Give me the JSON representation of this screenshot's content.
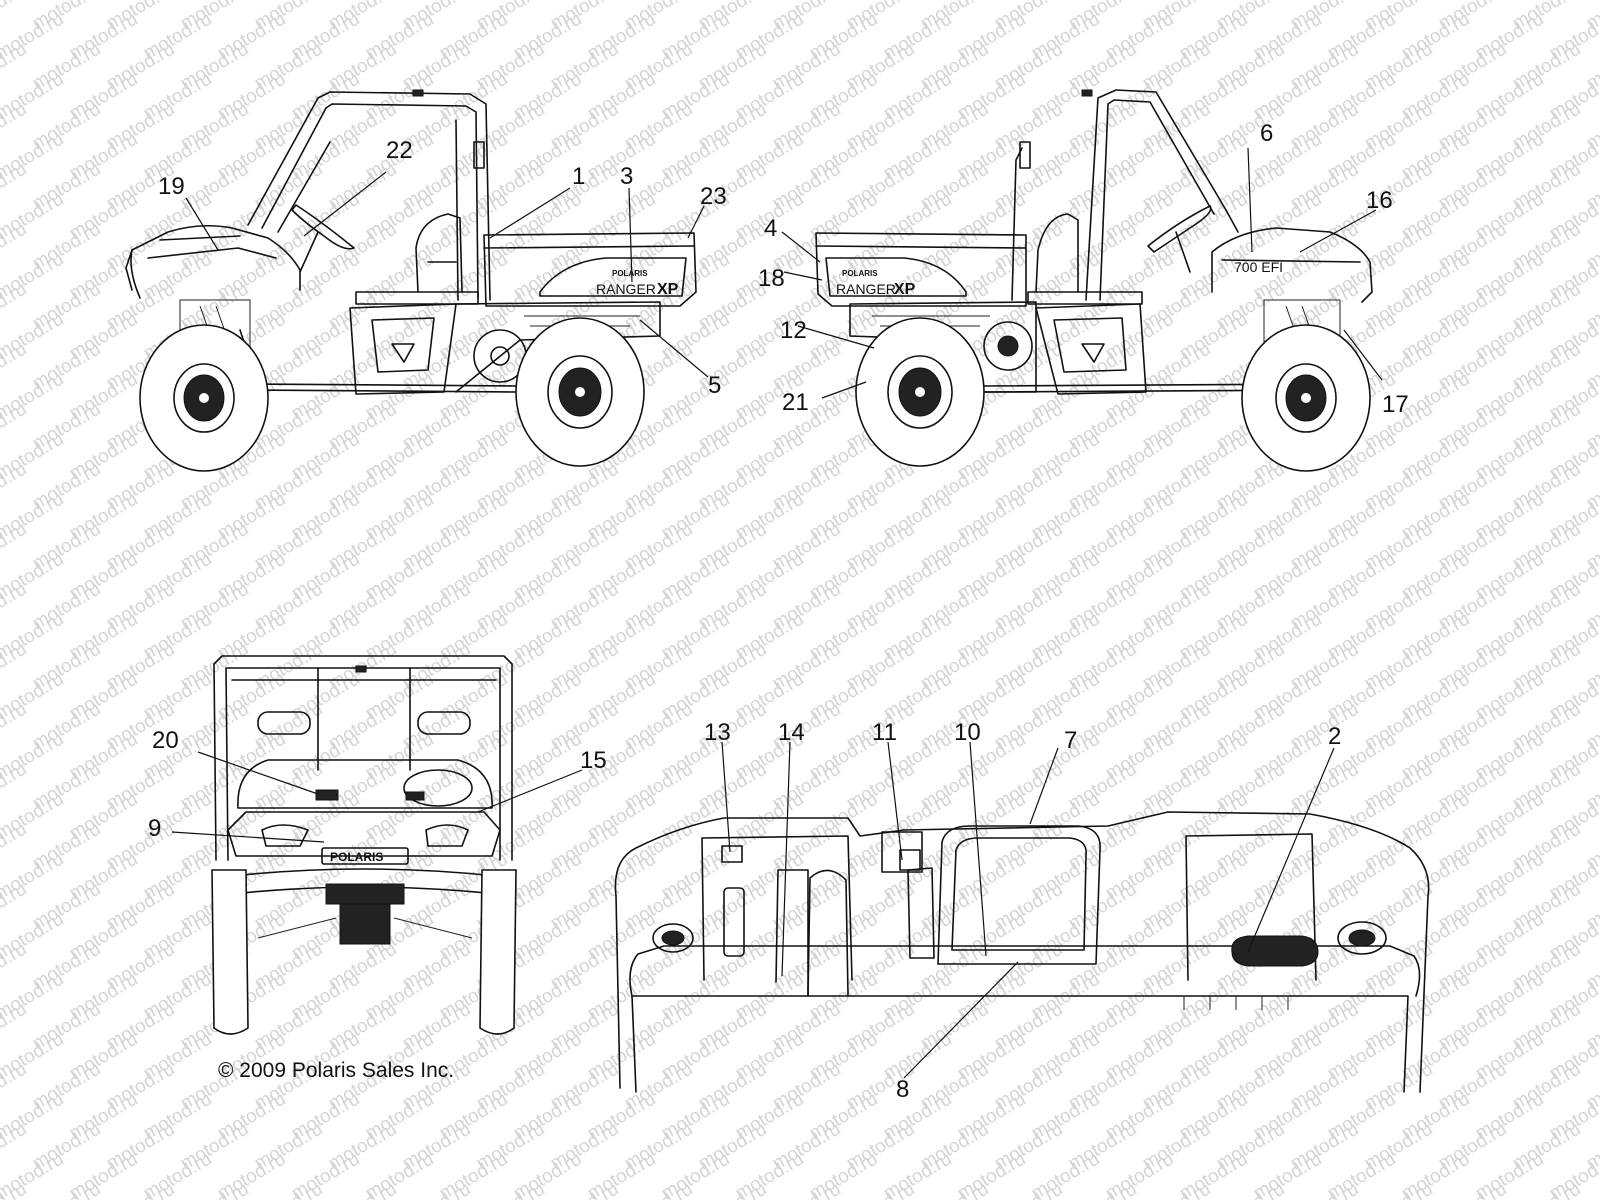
{
  "watermark": "motod.ru",
  "copyright": "© 2009 Polaris Sales Inc.",
  "decal_text": {
    "polaris": "POLARIS",
    "ranger": "RANGER",
    "xp": "XP",
    "efi": "700 EFI"
  },
  "callouts": [
    {
      "id": "1",
      "label": "1"
    },
    {
      "id": "2",
      "label": "2"
    },
    {
      "id": "3",
      "label": "3"
    },
    {
      "id": "4",
      "label": "4"
    },
    {
      "id": "5",
      "label": "5"
    },
    {
      "id": "6",
      "label": "6"
    },
    {
      "id": "7",
      "label": "7"
    },
    {
      "id": "8",
      "label": "8"
    },
    {
      "id": "9",
      "label": "9"
    },
    {
      "id": "10",
      "label": "10"
    },
    {
      "id": "11",
      "label": "11"
    },
    {
      "id": "12",
      "label": "12"
    },
    {
      "id": "13",
      "label": "13"
    },
    {
      "id": "14",
      "label": "14"
    },
    {
      "id": "15",
      "label": "15"
    },
    {
      "id": "16",
      "label": "16"
    },
    {
      "id": "17",
      "label": "17"
    },
    {
      "id": "18",
      "label": "18"
    },
    {
      "id": "19",
      "label": "19"
    },
    {
      "id": "20",
      "label": "20"
    },
    {
      "id": "21",
      "label": "21"
    },
    {
      "id": "22",
      "label": "22"
    },
    {
      "id": "23",
      "label": "23"
    }
  ]
}
